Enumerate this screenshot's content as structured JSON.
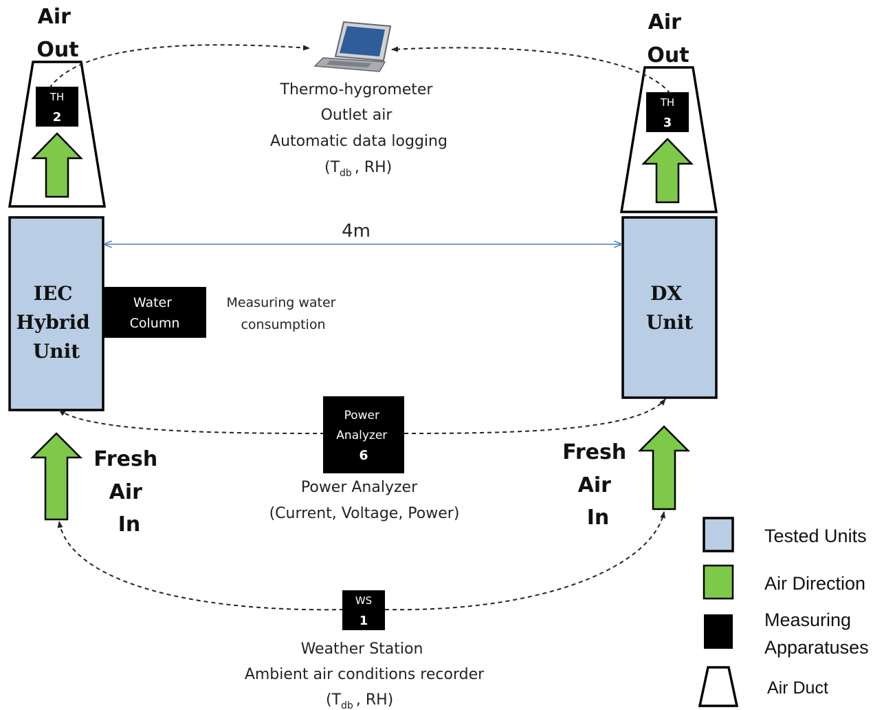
{
  "air_out_left": [
    "Air",
    "Out"
  ],
  "air_out_right": [
    "Air",
    "Out"
  ],
  "fresh_air_left": [
    "Fresh",
    "Air",
    "In"
  ],
  "fresh_air_right": [
    "Fresh",
    "Air",
    "In"
  ],
  "iec_unit": [
    "IEC",
    "Hybrid",
    "Unit"
  ],
  "dx_unit": [
    "DX",
    "Unit"
  ],
  "distance": "4m",
  "th2": {
    "code": "TH",
    "num": "2"
  },
  "th3": {
    "code": "TH",
    "num": "3"
  },
  "water_column": [
    "Water",
    "Column"
  ],
  "water_desc": [
    "Measuring water",
    "consumption"
  ],
  "power_box": {
    "line1": "Power",
    "line2": "Analyzer",
    "num": "6"
  },
  "power_desc": [
    "Power Analyzer",
    "(Current, Voltage, Power)"
  ],
  "ws_box": {
    "code": "WS",
    "num": "1"
  },
  "ws_desc": [
    "Weather Station",
    "Ambient air conditions recorder"
  ],
  "logger_desc": [
    "Thermo-hygrometer",
    "Outlet air",
    "Automatic data logging"
  ],
  "measure_vars": {
    "t": "T",
    "sub": "db",
    "rest": ", RH)",
    "open": "("
  },
  "legend": [
    {
      "label": "Tested Units"
    },
    {
      "label": "Air Direction"
    },
    {
      "label": "Measuring",
      "label2": "Apparatuses"
    },
    {
      "label": "Air Duct"
    }
  ],
  "colors": {
    "unit_fill": "#b9cde4",
    "arrow_fill": "#7ec94a",
    "box_fill": "#000000",
    "dist_line": "#4a7ebb"
  }
}
